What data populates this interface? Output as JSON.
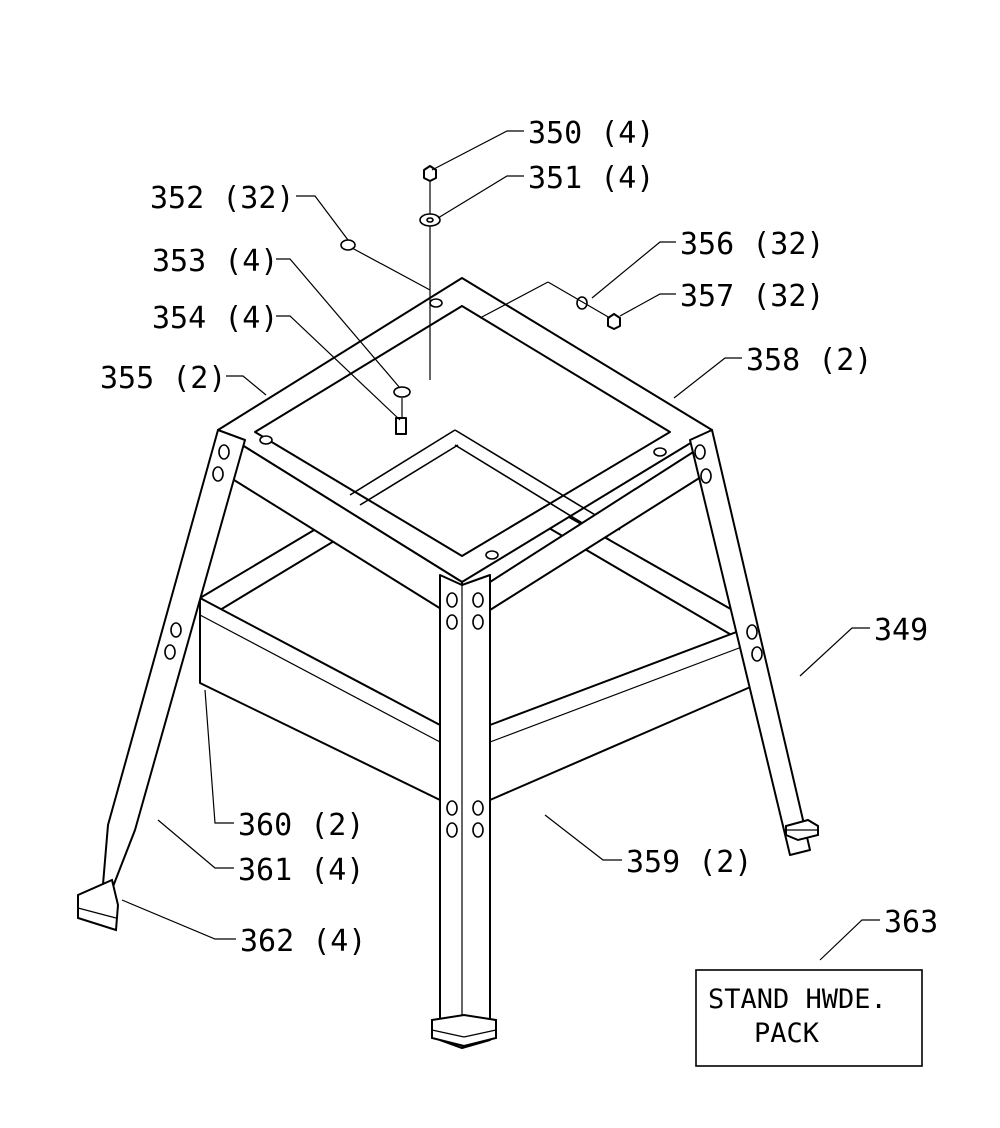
{
  "callouts": {
    "p350": "350 (4)",
    "p351": "351 (4)",
    "p352": "352 (32)",
    "p353": "353 (4)",
    "p354": "354 (4)",
    "p355": "355 (2)",
    "p356": "356 (32)",
    "p357": "357 (32)",
    "p358": "358 (2)",
    "p349": "349",
    "p360": "360 (2)",
    "p361": "361 (4)",
    "p359": "359 (2)",
    "p362": "362 (4)",
    "p363": "363"
  },
  "hardware_pack": {
    "line1": "STAND HWDE.",
    "line2": "PACK"
  }
}
